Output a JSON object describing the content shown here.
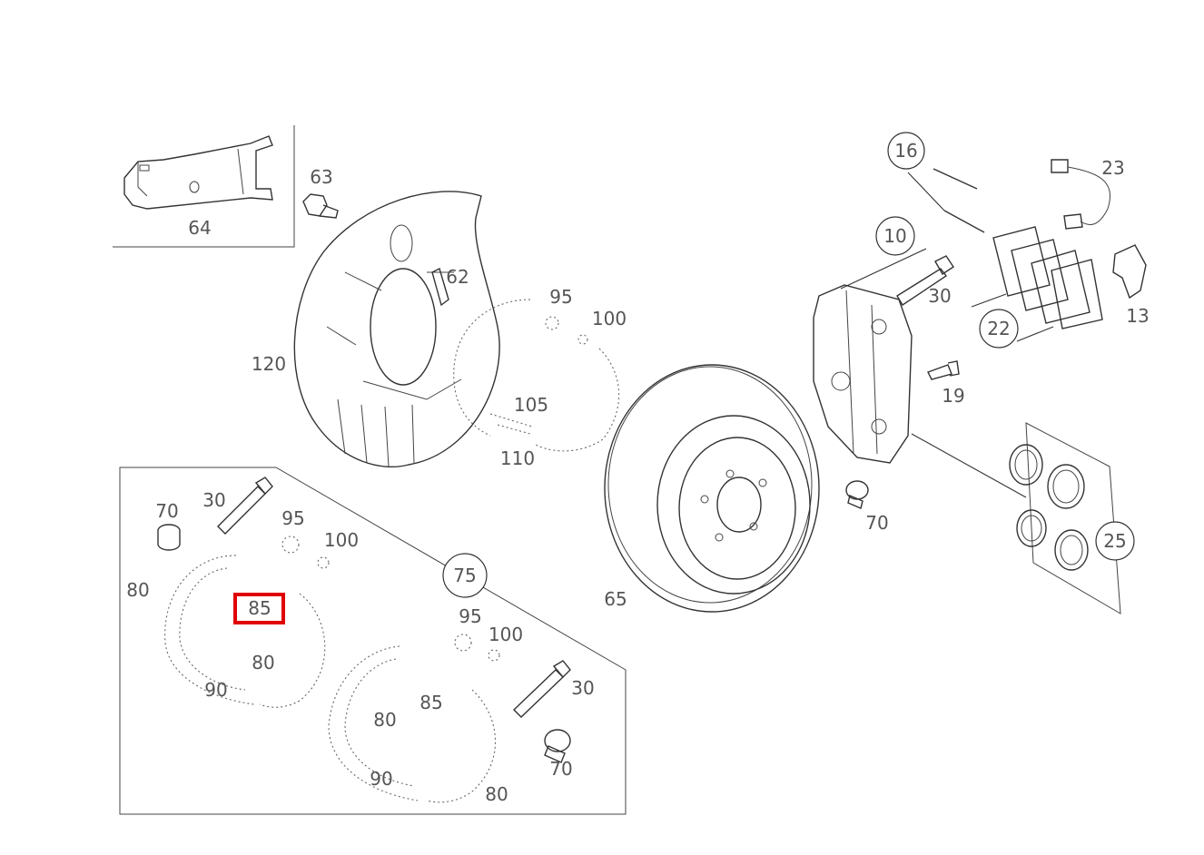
{
  "labels": {
    "p64": "64",
    "p63": "63",
    "p62": "62",
    "p120": "120",
    "p95a": "95",
    "p100a": "100",
    "p105": "105",
    "p110": "110",
    "p16": "16",
    "p23": "23",
    "p10": "10",
    "p30a": "30",
    "p22": "22",
    "p13": "13",
    "p19": "19",
    "p65": "65",
    "p70a": "70",
    "p25": "25",
    "p70b": "70",
    "p30b": "30",
    "p95b": "95",
    "p100b": "100",
    "p80a": "80",
    "p85a": "85",
    "p80b": "80",
    "p90a": "90",
    "p75": "75",
    "p95c": "95",
    "p100c": "100",
    "p30c": "30",
    "p85b": "85",
    "p80c": "80",
    "p70c": "70",
    "p90b": "90",
    "p80d": "80"
  },
  "highlight": {
    "label": "85",
    "color": "#e00000"
  },
  "colors": {
    "line": "#333333",
    "text": "#555555",
    "background": "#ffffff"
  }
}
